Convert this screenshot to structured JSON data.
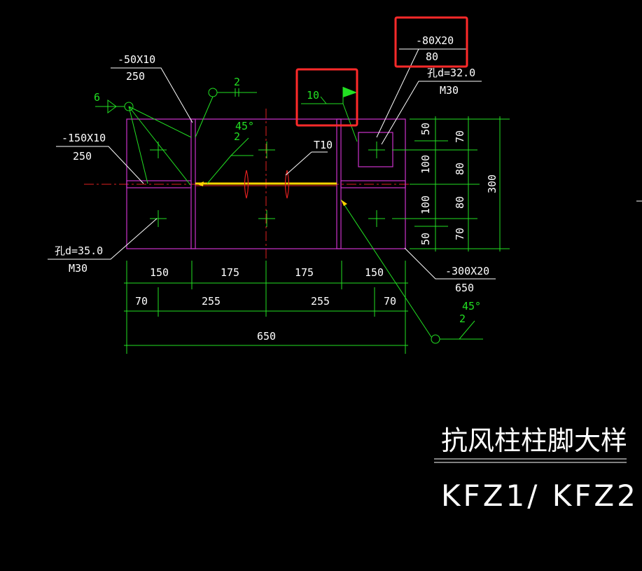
{
  "labels": {
    "plate_50x10": "-50X10",
    "plate_50x10_len": "250",
    "plate_150x10": "-150X10",
    "plate_150x10_len": "250",
    "plate_80x20": "-80X20",
    "plate_80x20_len": "80",
    "hole_32": "孔d=32.0",
    "hole_32_bolt": "M30",
    "hole_35": "孔d=35.0",
    "hole_35_bolt": "M30",
    "plate_300x20": "-300X20",
    "plate_300x20_len": "650",
    "weld_6": "6",
    "weld_2_top": "2",
    "weld_45_top": "45°",
    "weld_2_mid": "2",
    "weld_10": "10",
    "t10": "T10",
    "weld_45_bottom": "45°",
    "weld_2_bottom": "2"
  },
  "dimensions": {
    "row1": [
      "150",
      "175",
      "175",
      "150"
    ],
    "row2": [
      "70",
      "255",
      "255",
      "70"
    ],
    "total": "650",
    "right_outer": [
      "50",
      "100",
      "100",
      "50"
    ],
    "right_inner": [
      "70",
      "80",
      "80",
      "70"
    ],
    "right_total": "300"
  },
  "title": {
    "cn": "抗风柱柱脚大样",
    "en": "KFZ1/ KFZ2"
  },
  "colors": {
    "background": "#000000",
    "plate": "#cc33cc",
    "dimension": "#22e022",
    "leader": "#ffffff",
    "centerline": "#e02020",
    "weld_fill": "#ffd400",
    "highlight_box": "#ff2a2a"
  }
}
